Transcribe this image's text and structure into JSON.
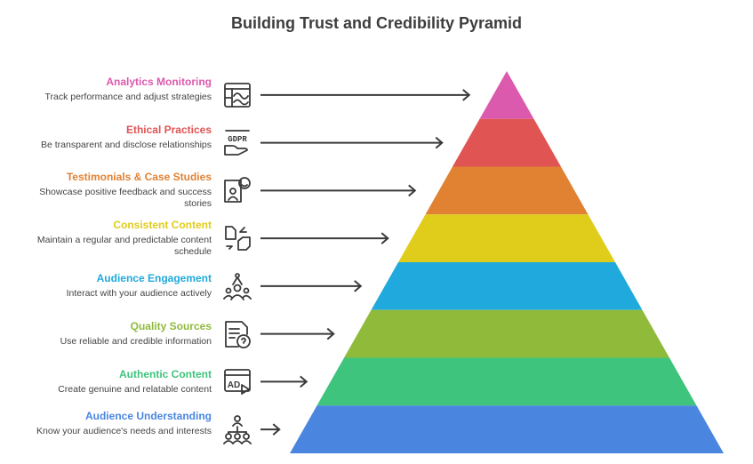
{
  "title": "Building Trust and Credibility Pyramid",
  "levels": [
    {
      "heading": "Analytics Monitoring",
      "description": "Track performance and adjust strategies",
      "color": "#dc5aae",
      "icon": "analytics-chart-icon"
    },
    {
      "heading": "Ethical Practices",
      "description": "Be transparent and disclose relationships",
      "color": "#e05454",
      "icon": "gdpr-hand-icon",
      "icon_text": "GDPR"
    },
    {
      "heading": "Testimonials & Case Studies",
      "description": "Showcase positive feedback and success stories",
      "color": "#e08232",
      "icon": "testimonial-icon"
    },
    {
      "heading": "Consistent Content",
      "description": "Maintain a regular and predictable content schedule",
      "color": "#e0cc1a",
      "icon": "content-cycle-icon"
    },
    {
      "heading": "Audience Engagement",
      "description": "Interact with your audience actively",
      "color": "#20a9dc",
      "icon": "audience-engagement-icon"
    },
    {
      "heading": "Quality Sources",
      "description": "Use reliable and credible information",
      "color": "#8fba3a",
      "icon": "document-question-icon"
    },
    {
      "heading": "Authentic Content",
      "description": "Create genuine and relatable content",
      "color": "#3ec47c",
      "icon": "ad-video-icon",
      "icon_text": "AD"
    },
    {
      "heading": "Audience Understanding",
      "description": "Know your audience's needs and interests",
      "color": "#4a86e0",
      "icon": "audience-network-icon"
    }
  ]
}
